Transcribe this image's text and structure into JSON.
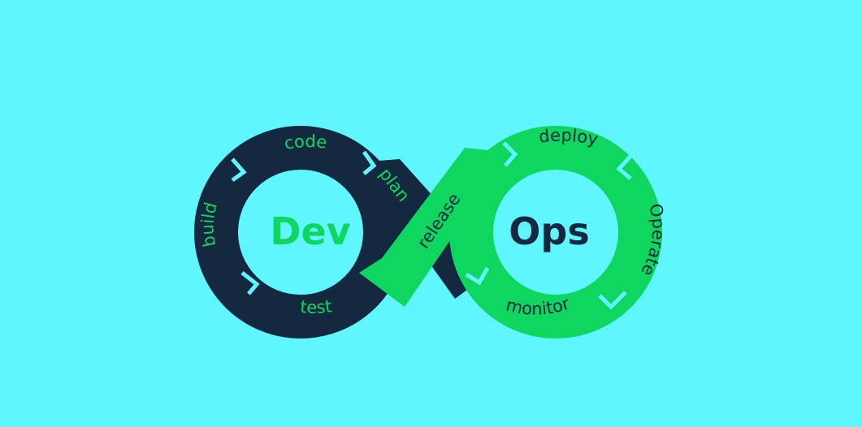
{
  "diagram": {
    "left_center": "Dev",
    "right_center": "Ops",
    "stages": {
      "code": "code",
      "plan": "plan",
      "build": "build",
      "test": "test",
      "release": "release",
      "deploy": "deploy",
      "operate": "Operate",
      "monitor": "monitor"
    }
  },
  "colors": {
    "background": "#5ff6ff",
    "dark_loop": "#142840",
    "green_loop": "#0fd65e",
    "dark_text": "#142840",
    "green_text": "#0fd65e"
  }
}
